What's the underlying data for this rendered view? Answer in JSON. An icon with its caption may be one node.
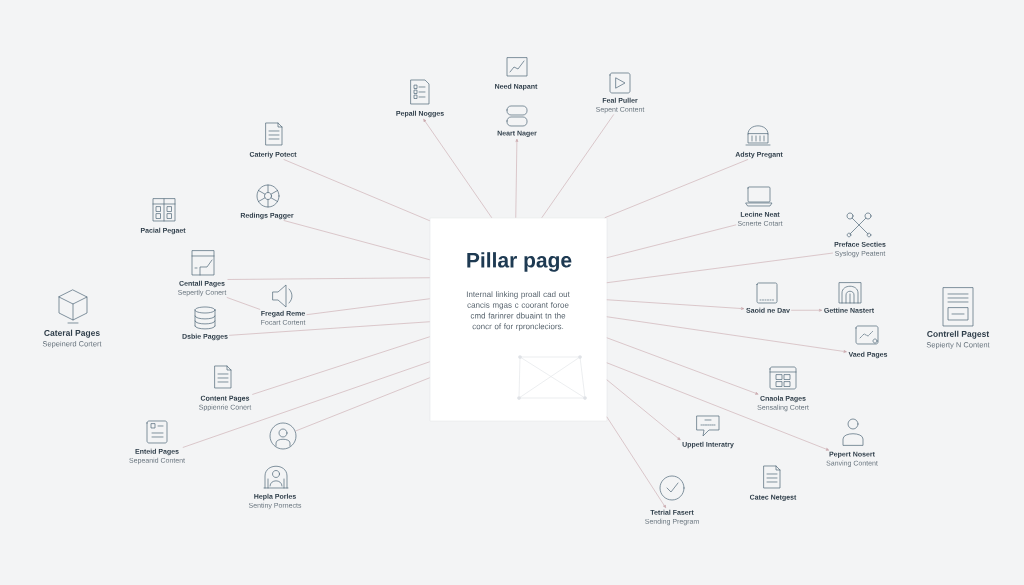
{
  "diagram": {
    "nodes": [
      {
        "text": [
          "Pillar page",
          "Internal linking proall cad out cancis mgas c coorant foroe cmd farinrer dbuaint tn the concr of for rproncleciors."
        ]
      },
      {
        "text": [
          "Need Napant"
        ]
      },
      {
        "text": [
          "Feal Puller",
          "Sepent Content"
        ]
      },
      {
        "text": [
          "Pepall Nogges"
        ]
      },
      {
        "text": [
          "Neart Nager"
        ]
      },
      {
        "text": [
          "Cateriy Potect"
        ]
      },
      {
        "text": [
          "Adsty Pregant"
        ]
      },
      {
        "text": [
          "Redings Pagger"
        ]
      },
      {
        "text": [
          "Lecine Neat",
          "Scnerte Cotart"
        ]
      },
      {
        "text": [
          "Pacial Pegaet"
        ]
      },
      {
        "text": [
          "Preface Secties",
          "Syslogy Peatent"
        ]
      },
      {
        "text": [
          "Centall Pages",
          "Sepertly Conert"
        ]
      },
      {
        "text": [
          "Saoid ne Dav"
        ]
      },
      {
        "text": [
          "Gettine Nastert"
        ]
      },
      {
        "text": [
          "Fregad Reme",
          "Focart Cortent"
        ]
      },
      {
        "text": [
          "Cateral Pages",
          "Sepeinerd Cortert"
        ]
      },
      {
        "text": [
          "Contrell Pagest",
          "Sepierty N Content"
        ]
      },
      {
        "text": [
          "Dsbie Pagges"
        ]
      },
      {
        "text": [
          "Vaed Pages"
        ]
      },
      {
        "text": [
          "Content Pages",
          "Sppienrie Conert"
        ]
      },
      {
        "text": [
          "Cnaola Pages",
          "Sensaling Cotert"
        ]
      },
      {
        "text": [
          "Uppetl Interatry"
        ]
      },
      {
        "text": [
          "Enteid Pages",
          "Sepeanid Content"
        ]
      },
      {
        "text": [
          "Pepert Nosert",
          "Sanving Content"
        ]
      },
      {
        "text": [],
        "shape": "person"
      },
      {
        "text": [
          "Hepla Porles",
          "Sentiny Pornects"
        ]
      },
      {
        "text": [
          "Catec Netgest"
        ]
      },
      {
        "text": [
          "Tetrial Fasert",
          "Sending Pregram"
        ]
      }
    ],
    "edges": [
      {
        "from": 0,
        "to": 3,
        "arrow": "to"
      },
      {
        "from": 0,
        "to": 4,
        "arrow": "to"
      },
      {
        "from": 0,
        "to": 2,
        "arrow": "none"
      },
      {
        "from": 0,
        "to": 5,
        "arrow": "none"
      },
      {
        "from": 0,
        "to": 7,
        "arrow": "none"
      },
      {
        "from": 0,
        "to": 11,
        "arrow": "none"
      },
      {
        "from": 0,
        "to": 14,
        "arrow": "none"
      },
      {
        "from": 14,
        "to": 11,
        "arrow": "none"
      },
      {
        "from": 0,
        "to": 17,
        "arrow": "none"
      },
      {
        "from": 0,
        "to": 19,
        "arrow": "none"
      },
      {
        "from": 0,
        "to": 22,
        "arrow": "none"
      },
      {
        "from": 0,
        "to": 24,
        "arrow": "none"
      },
      {
        "from": 0,
        "to": 6,
        "arrow": "none"
      },
      {
        "from": 0,
        "to": 8,
        "arrow": "none"
      },
      {
        "from": 0,
        "to": 10,
        "arrow": "none"
      },
      {
        "from": 0,
        "to": 12,
        "arrow": "to"
      },
      {
        "from": 12,
        "to": 13,
        "arrow": "to"
      },
      {
        "from": 0,
        "to": 18,
        "arrow": "to"
      },
      {
        "from": 0,
        "to": 20,
        "arrow": "to"
      },
      {
        "from": 0,
        "to": 23,
        "arrow": "to"
      },
      {
        "from": 0,
        "to": 21,
        "arrow": "to"
      },
      {
        "from": 0,
        "to": 27,
        "arrow": "to"
      }
    ]
  }
}
